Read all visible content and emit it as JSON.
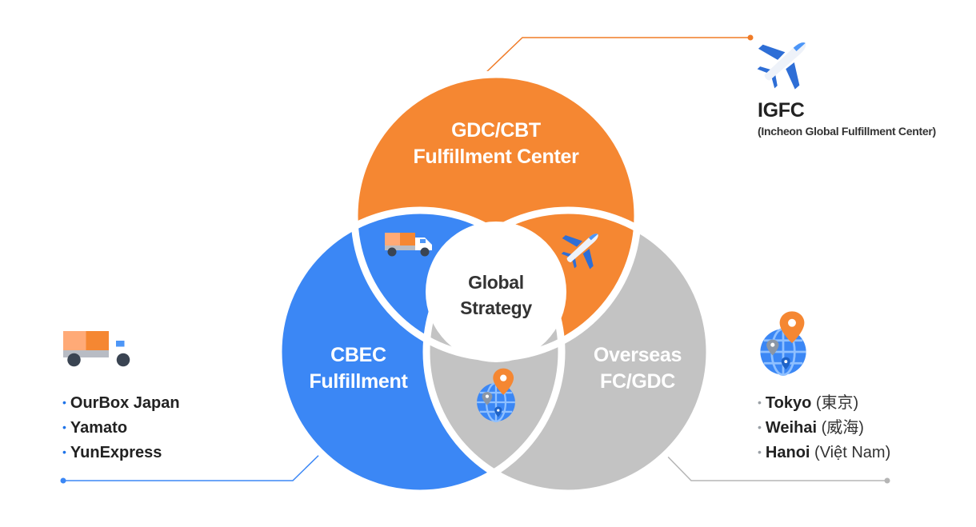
{
  "venn": {
    "top": {
      "label_line1": "GDC/CBT",
      "label_line2": "Fulfillment Center",
      "color": "#f58732",
      "icon": "airplane-icon"
    },
    "left": {
      "label_line1": "CBEC",
      "label_line2": "Fulfillment",
      "color": "#3b87f5",
      "icon": "truck-icon"
    },
    "right": {
      "label_line1": "Overseas",
      "label_line2": "FC/GDC",
      "color": "#c3c3c3",
      "icon": "globe-pin-icon"
    },
    "center": {
      "label_line1": "Global",
      "label_line2": "Strategy"
    }
  },
  "callouts": {
    "top_right": {
      "icon": "airplane-icon",
      "title": "IGFC",
      "subtitle": "(Incheon Global Fulfillment Center)",
      "line_color": "#f07b27"
    },
    "bottom_left": {
      "icon": "truck-icon",
      "line_color": "#3b87f5",
      "items": [
        "OurBox Japan",
        "Yamato",
        "YunExpress"
      ]
    },
    "bottom_right": {
      "icon": "globe-pin-icon",
      "line_color": "#b5b5b5",
      "items": [
        {
          "name": "Tokyo",
          "note": "(東京)"
        },
        {
          "name": "Weihai",
          "note": "(威海)"
        },
        {
          "name": "Hanoi",
          "note": "(Việt Nam)"
        }
      ]
    }
  }
}
